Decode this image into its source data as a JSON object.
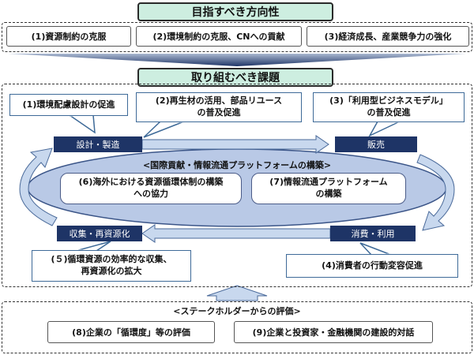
{
  "direction": {
    "title": "目指すべき方向性",
    "goals": [
      "(1)資源制約の克服",
      "(2)環境制約の克服、CNへの貢献",
      "(3)経済成長、産業競争力の強化"
    ]
  },
  "tasks": {
    "title": "取り組むべき課題",
    "callouts": {
      "c1": "(1)環境配慮設計の促進",
      "c2": "(2)再生材の活用、部品リユース\nの普及促進",
      "c3": "(3)「利用型ビジネスモデル」\nの普及促進",
      "c4": "(4)消費者の行動変容促進",
      "c5": "(５)循環資源の効率的な収集、\n再資源化の拡大"
    },
    "stages": {
      "design": "設計・製造",
      "sales": "販売",
      "consume": "消費・利用",
      "collect": "収集・再資源化"
    },
    "platform": {
      "title": "<国際貢献・情報流通プラットフォームの構築>",
      "items": [
        "(6)海外における資源循環体制の構築\nへの協力",
        "(7)情報流通プラットフォーム\nの構築"
      ]
    }
  },
  "evaluation": {
    "title": "<ステークホルダーからの評価>",
    "items": [
      "(8)企業の「循環度」等の評価",
      "(9)企業と投資家・金融機関の建設的対話"
    ]
  },
  "colors": {
    "header_fill": "#cdeee0",
    "navy": "#1e3466",
    "arrow_fill": "#c8d8ee",
    "ellipse_fill": "#b9c9e6"
  }
}
